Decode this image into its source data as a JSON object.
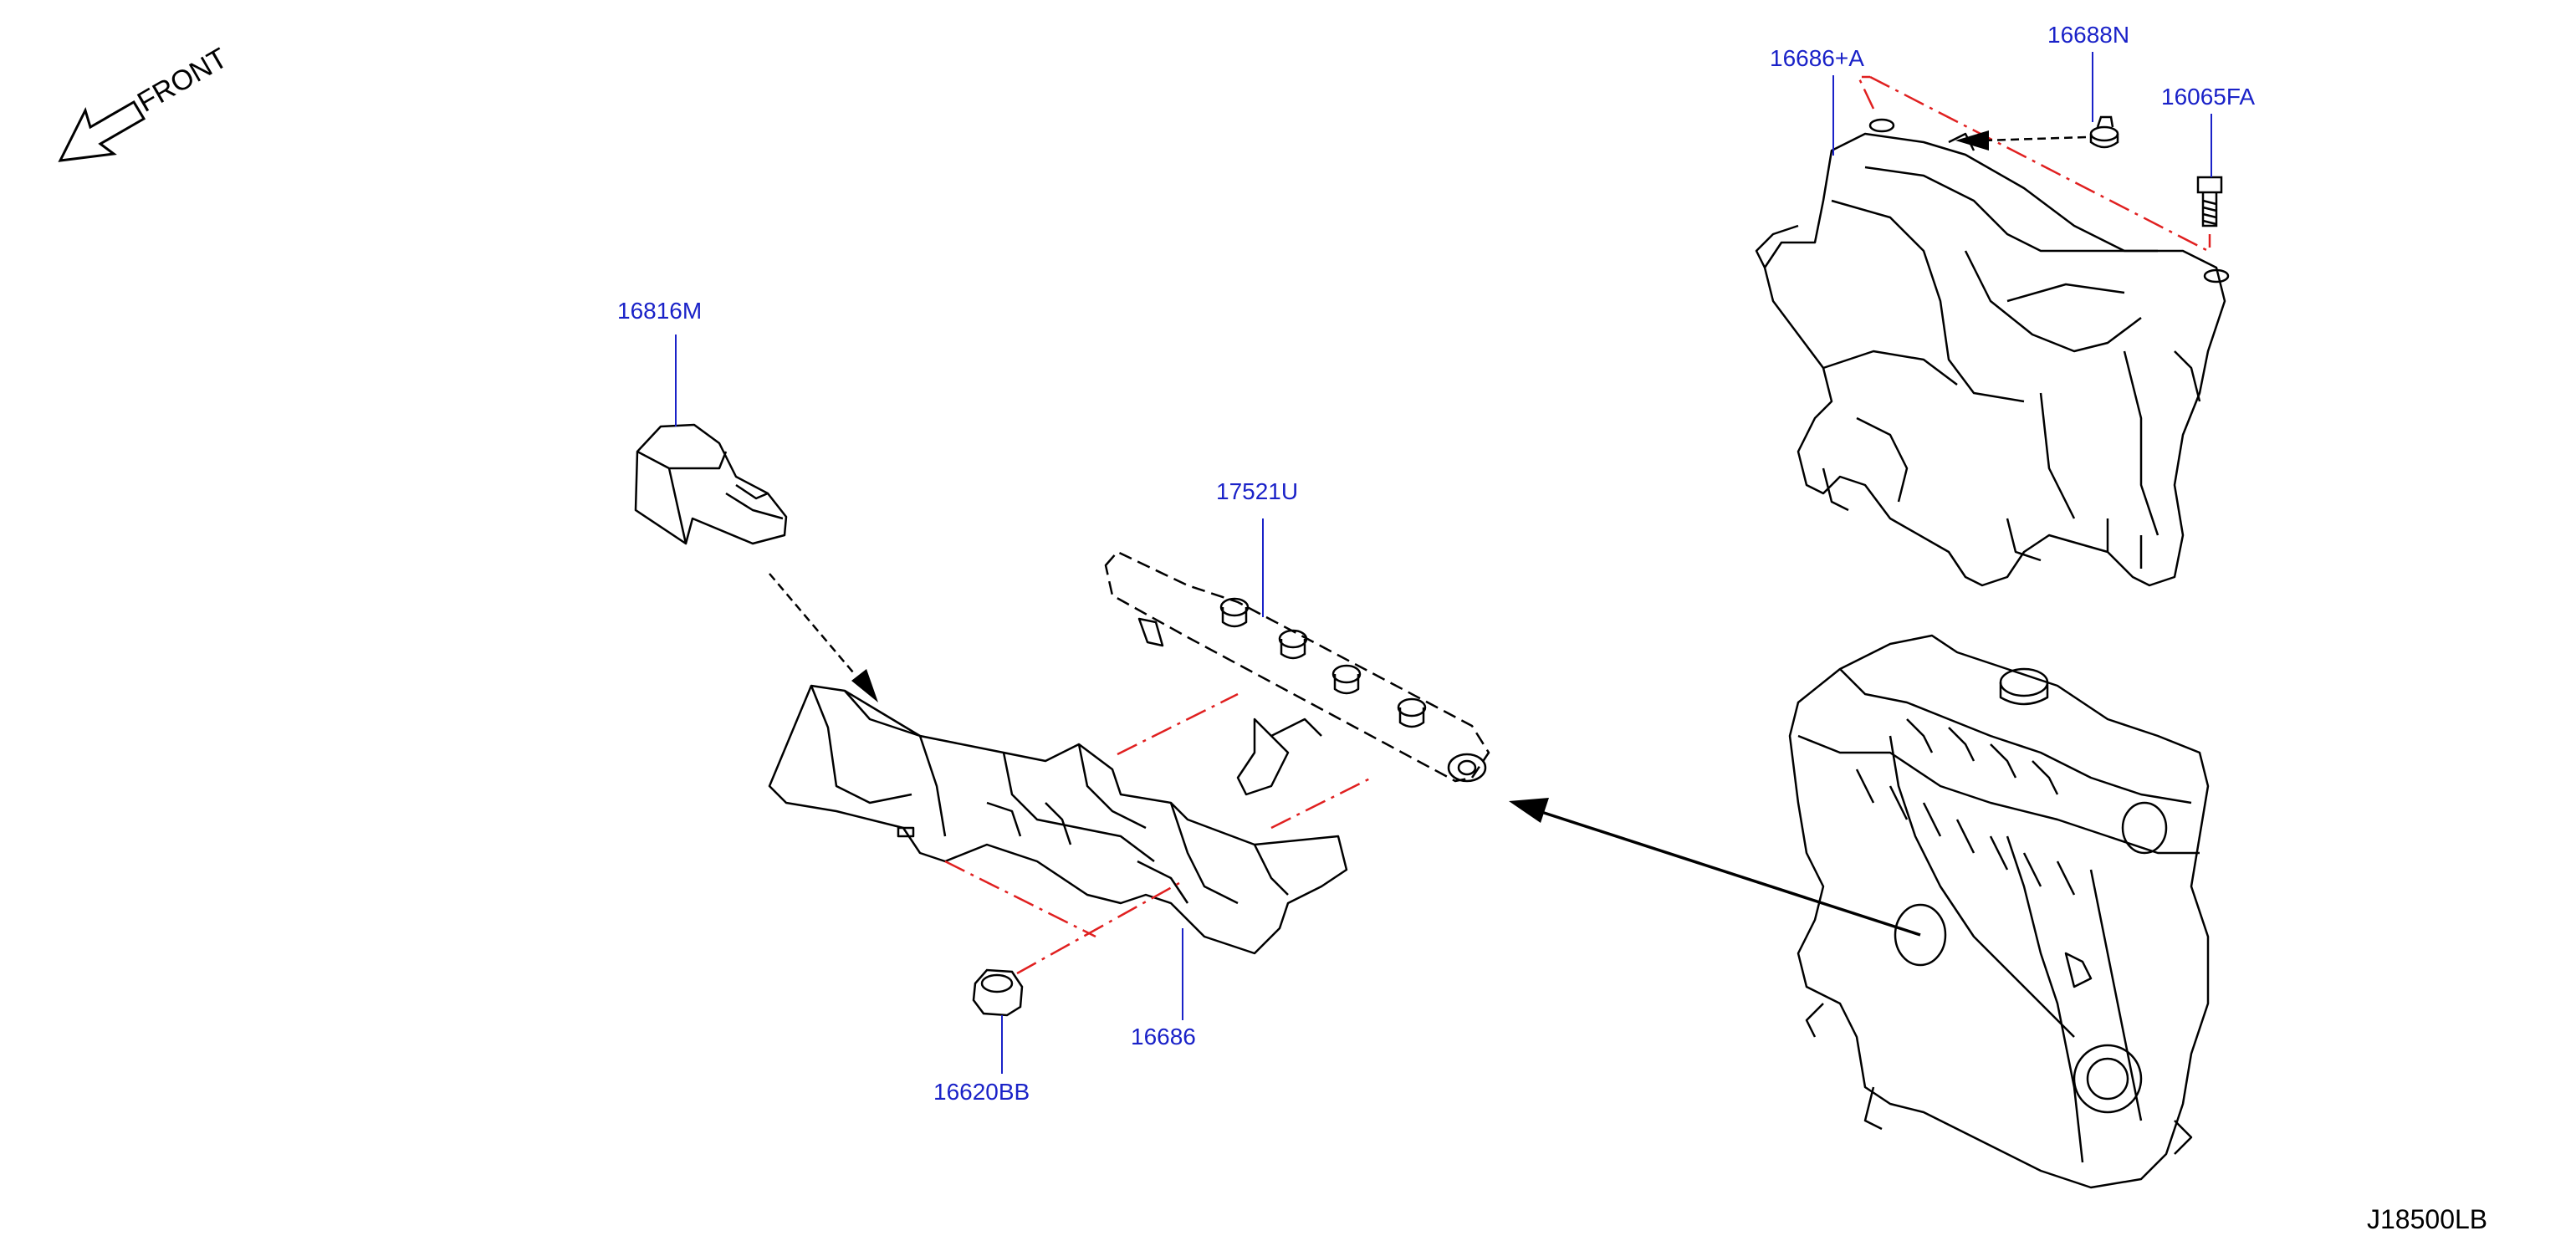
{
  "diagram": {
    "front_indicator": {
      "label": "FRONT",
      "icon": "arrow-front-icon"
    },
    "reference_code": "J18500LB",
    "part_numbers": {
      "cover_upper": "16686+A",
      "clip": "16688N",
      "bolt": "16065FA",
      "insulator": "16816M",
      "fuel_rail": "17521U",
      "cover_lower": "16686",
      "nut": "16620BB"
    },
    "colors": {
      "part_label": "#1a22c8",
      "leader_line": "#1a22c8",
      "alignment_line": "#e02020",
      "drawing_line": "#000000"
    }
  }
}
